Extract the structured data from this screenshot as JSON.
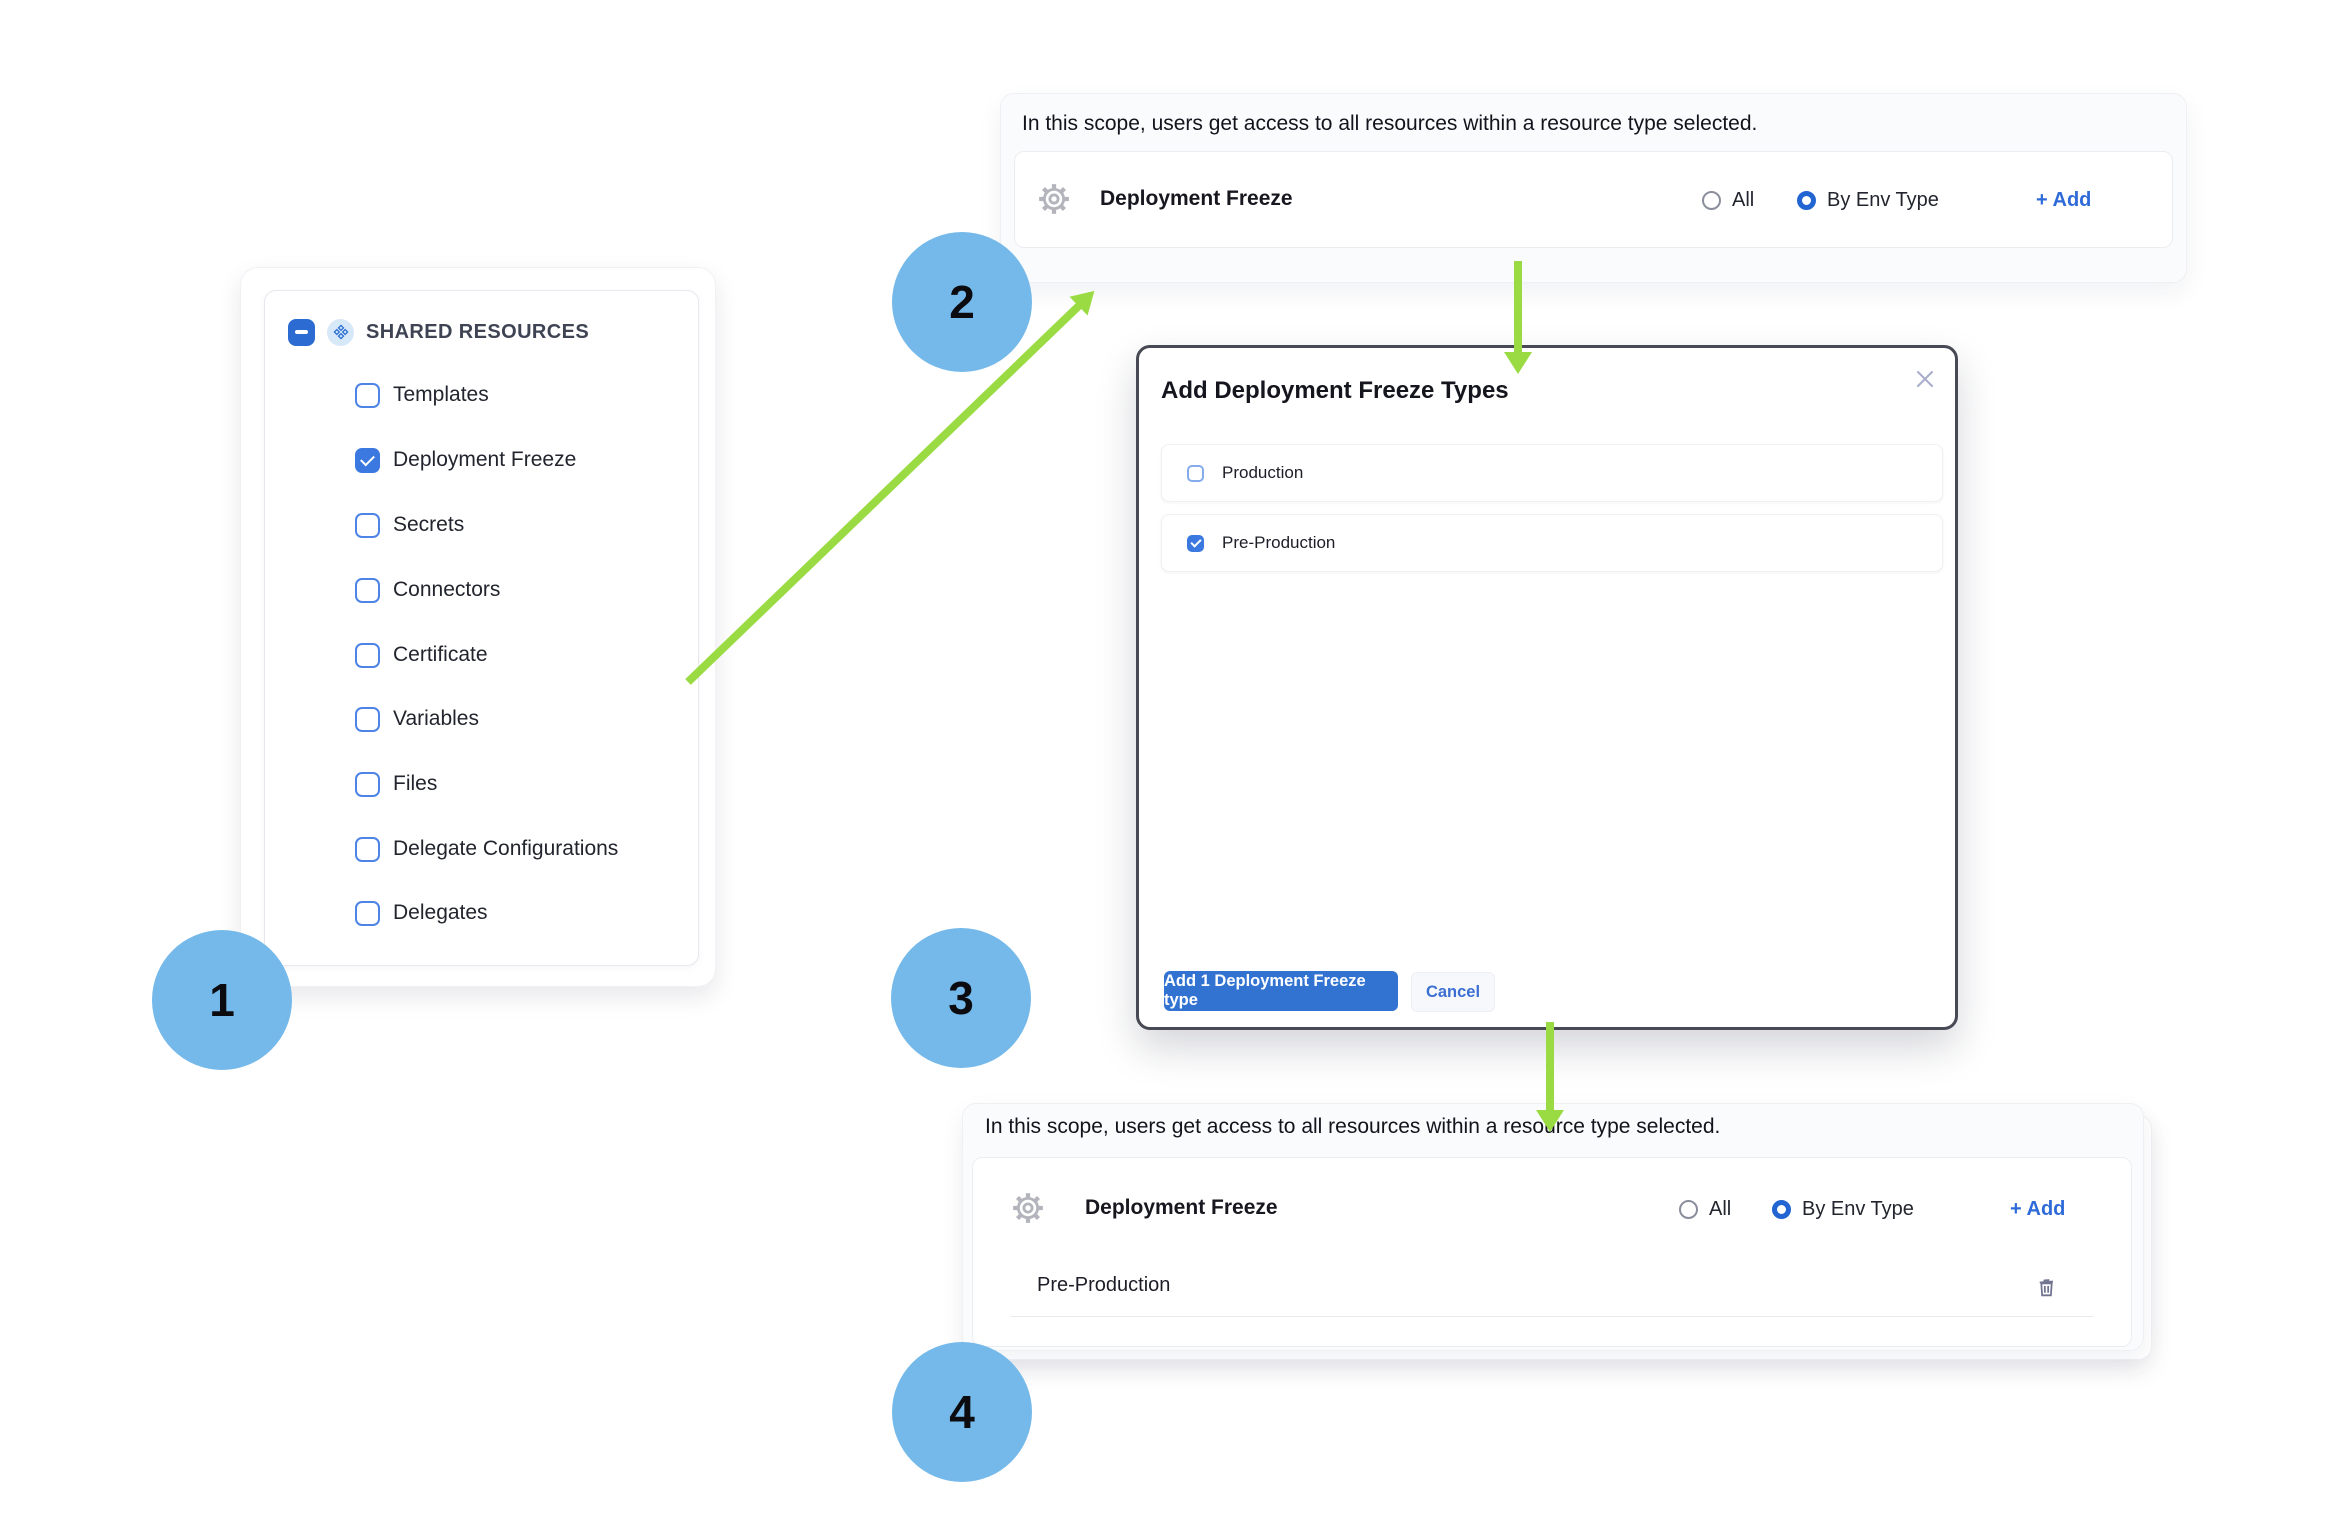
{
  "colors": {
    "primary_blue": "#3273D2",
    "checkbox_blue": "#3B78E0",
    "link_blue": "#2E6BD8",
    "arrow_green": "#9ADB43",
    "step_badge_blue": "#74B9E9",
    "modal_border": "#474A54"
  },
  "steps": {
    "s1": "1",
    "s2": "2",
    "s3": "3",
    "s4": "4"
  },
  "resource_tree": {
    "header": "SHARED RESOURCES",
    "items": [
      {
        "label": "Templates",
        "checked": false
      },
      {
        "label": "Deployment Freeze",
        "checked": true
      },
      {
        "label": "Secrets",
        "checked": false
      },
      {
        "label": "Connectors",
        "checked": false
      },
      {
        "label": "Certificate",
        "checked": false
      },
      {
        "label": "Variables",
        "checked": false
      },
      {
        "label": "Files",
        "checked": false
      },
      {
        "label": "Delegate Configurations",
        "checked": false
      },
      {
        "label": "Delegates",
        "checked": false
      }
    ]
  },
  "scope_panel_top": {
    "description": "In this scope, users get access to all resources within a resource type selected.",
    "resource_label": "Deployment Freeze",
    "radio_all_label": "All",
    "radio_all_selected": false,
    "radio_by_env_label": "By Env Type",
    "radio_by_env_selected": true,
    "add_label": "+ Add"
  },
  "modal": {
    "title": "Add Deployment Freeze Types",
    "options": [
      {
        "label": "Production",
        "checked": false
      },
      {
        "label": "Pre-Production",
        "checked": true
      }
    ],
    "submit_label": "Add 1 Deployment Freeze type",
    "cancel_label": "Cancel"
  },
  "scope_panel_bottom": {
    "description": "In this scope, users get access to all resources within a resource type selected.",
    "resource_label": "Deployment Freeze",
    "radio_all_label": "All",
    "radio_all_selected": false,
    "radio_by_env_label": "By Env Type",
    "radio_by_env_selected": true,
    "add_label": "+ Add",
    "selected_item": "Pre-Production"
  }
}
